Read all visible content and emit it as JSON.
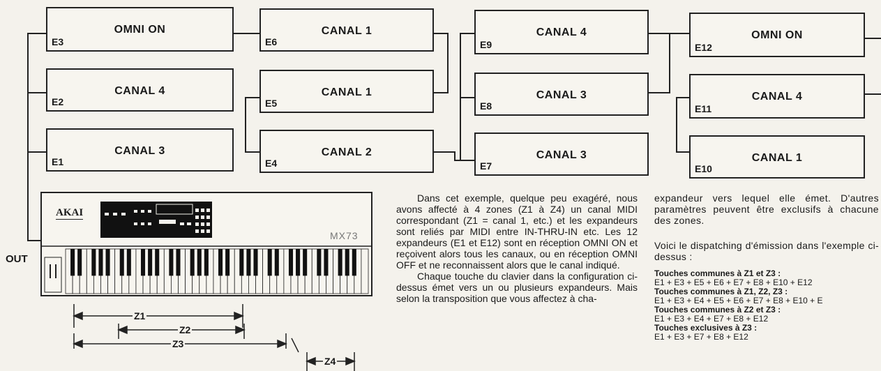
{
  "boxes": {
    "e3": {
      "name": "OMNI ON",
      "id": "E3"
    },
    "e2": {
      "name": "CANAL 4",
      "id": "E2"
    },
    "e1": {
      "name": "CANAL 3",
      "id": "E1"
    },
    "e6": {
      "name": "CANAL 1",
      "id": "E6"
    },
    "e5": {
      "name": "CANAL 1",
      "id": "E5"
    },
    "e4": {
      "name": "CANAL 2",
      "id": "E4"
    },
    "e9": {
      "name": "CANAL 4",
      "id": "E9"
    },
    "e8": {
      "name": "CANAL 3",
      "id": "E8"
    },
    "e7": {
      "name": "CANAL 3",
      "id": "E7"
    },
    "e12": {
      "name": "OMNI ON",
      "id": "E12"
    },
    "e11": {
      "name": "CANAL 4",
      "id": "E11"
    },
    "e10": {
      "name": "CANAL 1",
      "id": "E10"
    }
  },
  "keyboard": {
    "brand": "AKAI",
    "model": "MX73",
    "out_label": "OUT"
  },
  "zones": {
    "z1": "Z1",
    "z2": "Z2",
    "z3": "Z3",
    "z4": "Z4"
  },
  "text_middle": {
    "p1": "Dans cet exemple, quelque peu exagéré, nous avons affecté à 4 zones (Z1 à Z4) un canal MIDI correspondant (Z1 = canal 1, etc.) et les expandeurs sont reliés par MIDI entre IN-THRU-IN etc. Les 12 expandeurs (E1 et E12) sont en réception OMNI ON et reçoivent alors tous les canaux, ou en réception OMNI OFF et ne reconnaissent alors que le canal indiqué.",
    "p2": "Chaque touche du clavier dans la configuration ci-dessus émet vers un ou plusieurs expandeurs. Mais selon la transposition que vous affectez à cha-"
  },
  "text_right": {
    "p1": "expandeur vers lequel elle émet. D'autres paramètres peuvent être exclusifs à chacune des zones.",
    "p2": "Voici le dispatching d'émission dans l'exemple ci-dessus :",
    "h1": "Touches communes à Z1 et Z3 :",
    "l1": "E1 + E3 + E5 + E6 + E7 + E8 + E10 + E12",
    "h2": "Touches communes à Z1, Z2, Z3 :",
    "l2": "E1 + E3 + E4 + E5 + E6 + E7 + E8 + E10 + E",
    "h3": "Touches communes à Z2 et Z3 :",
    "l3": "E1 + E3 + E4 + E7 + E8 + E12",
    "h4": "Touches exclusives à Z3 :",
    "l4": "E1 + E3 + E7 + E8 + E12"
  }
}
